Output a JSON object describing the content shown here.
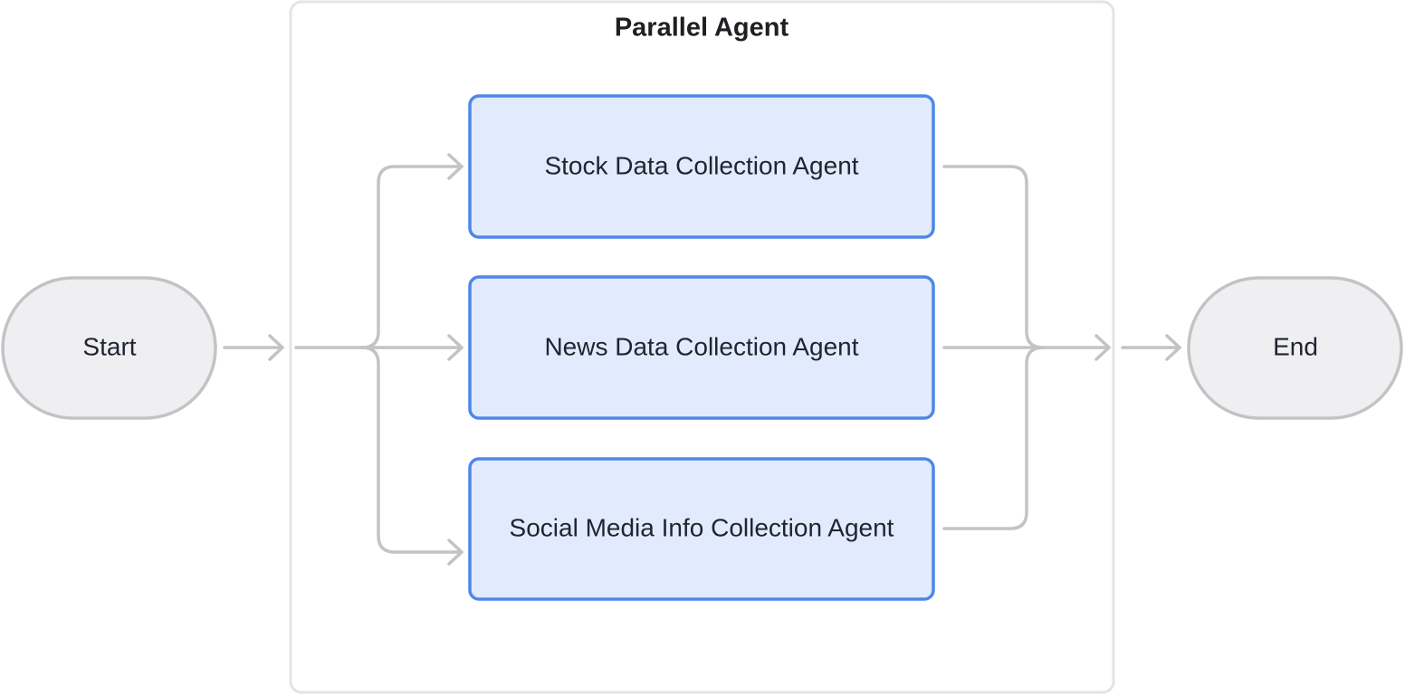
{
  "diagram": {
    "container": {
      "title": "Parallel Agent"
    },
    "start": {
      "label": "Start"
    },
    "end": {
      "label": "End"
    },
    "agents": [
      {
        "label": "Stock Data Collection Agent"
      },
      {
        "label": "News Data Collection Agent"
      },
      {
        "label": "Social Media Info Collection Agent"
      }
    ],
    "colors": {
      "terminal_fill": "#efeff1",
      "terminal_stroke": "#c3c3c6",
      "agent_fill": "#e1ebfd",
      "agent_stroke": "#4f86e8",
      "edge": "#c3c3c6",
      "container_stroke": "#e4e4e6"
    }
  }
}
